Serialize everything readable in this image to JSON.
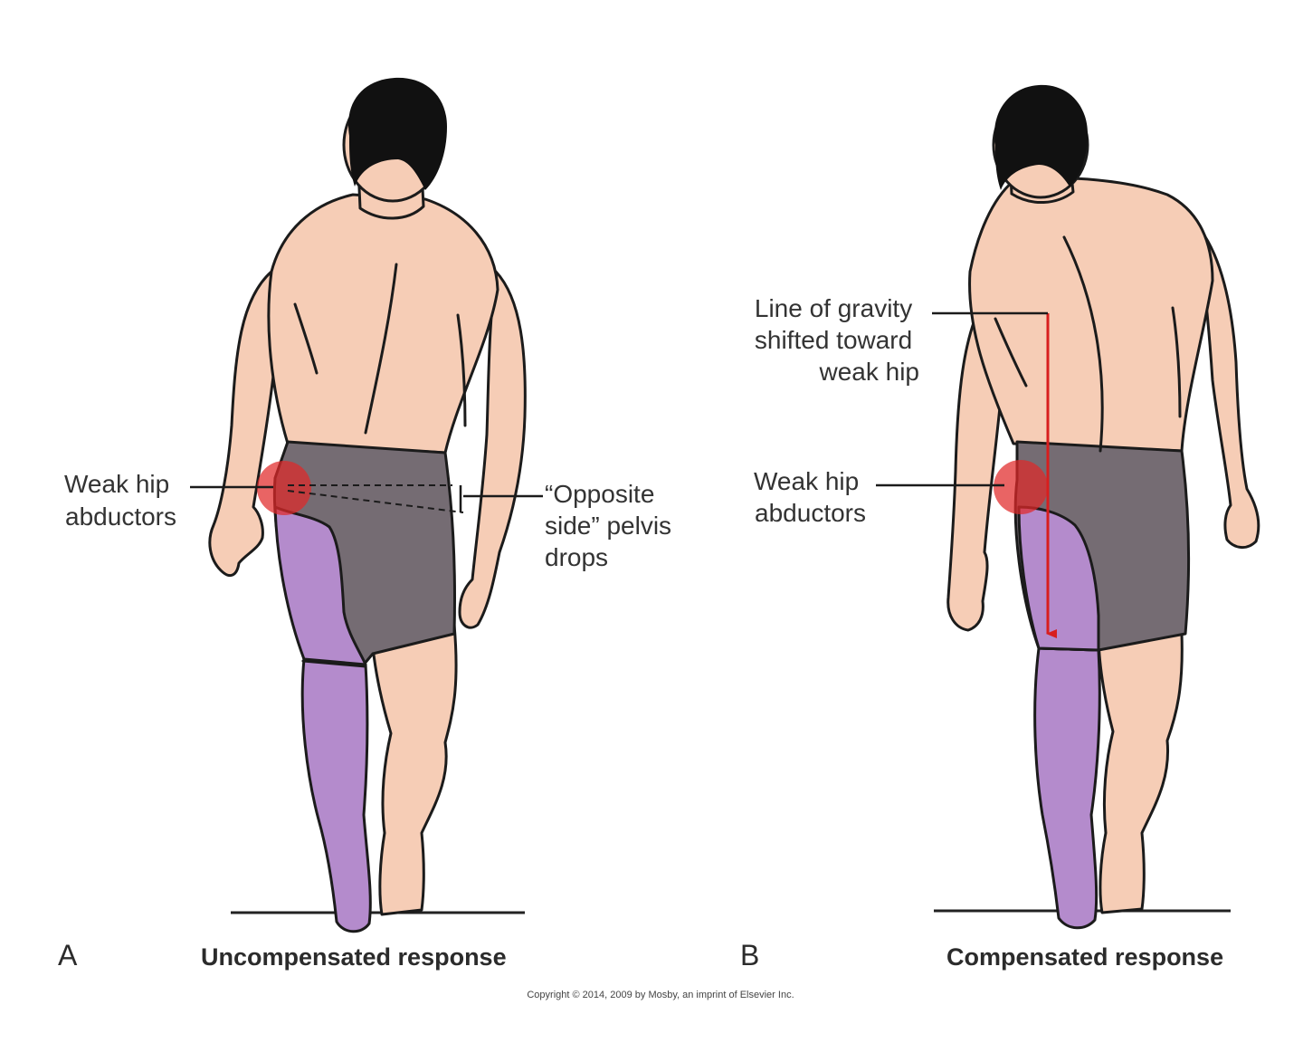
{
  "panel_a": {
    "letter": "A",
    "caption": "Uncompensated response",
    "weak_label": [
      "Weak hip",
      "abductors"
    ],
    "opposite_label": [
      "“Opposite",
      "side” pelvis",
      "drops"
    ]
  },
  "panel_b": {
    "letter": "B",
    "caption": "Compensated response",
    "gravity_label": [
      "Line of gravity",
      "shifted toward",
      "weak hip"
    ],
    "weak_label": [
      "Weak hip",
      "abductors"
    ]
  },
  "copyright": "Copyright © 2014, 2009 by Mosby, an imprint of Elsevier Inc.",
  "colors": {
    "skin": "#f6cdb6",
    "shorts": "#756c73",
    "weak_side": "#b48bcc",
    "highlight": "#e02828",
    "gravity_line": "#d81e1e"
  }
}
